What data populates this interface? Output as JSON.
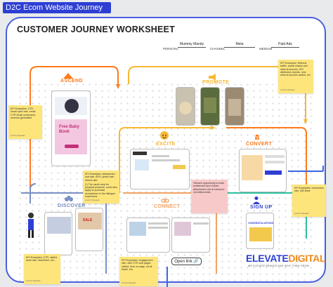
{
  "window": {
    "title": "D2C Ecom Website Journey"
  },
  "worksheet": {
    "title": "CUSTOMER JOURNEY WORKSHEET",
    "persona_label": "PERSONA",
    "persona_value": "Mummy Mandy",
    "channel_label": "CHANNEL",
    "channel_value": "Meta",
    "medium_label": "MEDIUM",
    "medium_value": "Paid Ads"
  },
  "stages": {
    "ascend": "ASCEND",
    "promote": "PROMOTE",
    "excite": "EXCITE",
    "convert": "CONVERT",
    "discover": "DISCOVER",
    "connect": "CONNECT",
    "signup": "SIGN UP"
  },
  "stickies": {
    "ascend_kpi": {
      "text": "KPI Examples: CTR, email open rate, email CTR email conversion, revenue generated",
      "by": "Lincoln Stewart"
    },
    "promote_kpi": {
      "text": "KPI Examples: Referral traffic, social shares and referral sources, KPI attribution reports, new referral sources added, etc",
      "by": "Lincoln Stewart"
    },
    "excite_kpi": {
      "text": "KPI Examples: abandoned cart rate, AOV, upsell rate, refund rate.",
      "text2": "(*) The sizzle step for physical products, could also apply to purchase acceptance or the dialogue experience",
      "by": "Lincoln Stewart"
    },
    "convert_note": {
      "text": "*Missed opportunity to build excitement and reduce abandoned cart at checkout via testimonials"
    },
    "convert_kpi": {
      "text": "KPI Examples: conversion rate, A/B tests",
      "by": "Lincoln Stewart"
    },
    "discover_kpi": {
      "text": "KPI Examples: CTR, visited store rate, dwell time, etc...",
      "by": "Lincoln Stewart"
    },
    "connect_kpi": {
      "text": "KPI Examples: engagement rate, offer CTR and pages visited, time on page, scroll depth, etc.",
      "by": "Lincoln Stewart"
    }
  },
  "phone_texts": {
    "ascend_banner": "Free Baby Book",
    "signup_banner": "CONGRATULATIONS!",
    "discover_badge": "SALE"
  },
  "open_link": {
    "label": "Open link",
    "icon": "link-icon"
  },
  "logo": {
    "main_a": "ELEVATE",
    "main_b": "DIGITAL",
    "tagline": "WE ELEVATE BRANDS AND HELP THEM GROW"
  },
  "colors": {
    "accent": "#2d3fd3",
    "ascend": "#ff7a1a",
    "promote": "#f7b733",
    "excite": "#f7b733",
    "convert": "#ff7a1a",
    "discover": "#7a8fc4",
    "sticky_yellow": "#fde57b",
    "sticky_pink": "#f8c9c9"
  }
}
